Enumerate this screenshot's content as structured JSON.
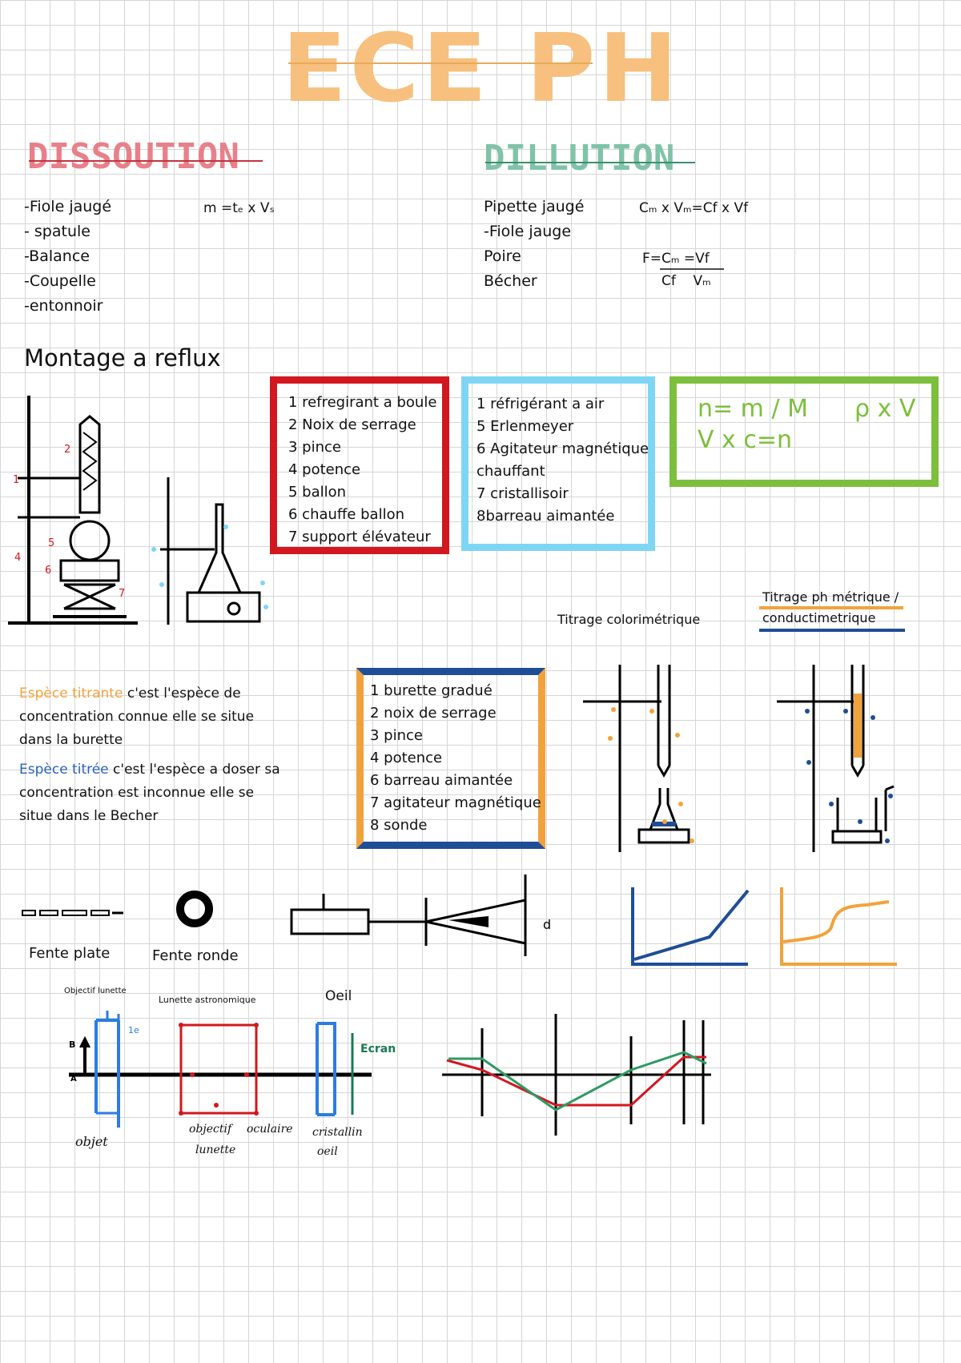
{
  "title": "ECE PH",
  "dissolution": {
    "heading": "DISSOUTION",
    "items": [
      "-Fiole jaugé",
      "- spatule",
      "-Balance",
      "-Coupelle",
      "-entonnoir"
    ],
    "formula": "m =tₑ x Vₛ"
  },
  "dilution": {
    "heading": "DILLUTION",
    "items": [
      "Pipette jaugé",
      "-Fiole jauge",
      "Poire",
      "Bécher"
    ],
    "formula": "Cₘ x Vₘ=Cf x Vf",
    "factor_line1": "F=Cₘ =Vf",
    "factor_line2": "Cf    Vₘ"
  },
  "reflux": {
    "heading": "Montage a reflux",
    "red_box": [
      "1 refregirant a boule",
      "2 Noix de serrage",
      "3 pince",
      "4 potence",
      "5 ballon",
      "6 chauffe ballon",
      "7 support élévateur"
    ],
    "cyan_box": [
      "1 réfrigérant a air",
      "5 Erlenmeyer",
      "6 Agitateur magnétique",
      "chauffant",
      "7 cristallisoir",
      "8barreau aimantée"
    ],
    "green_box": {
      "line1": "n= m / M",
      "line1_right": "ρ x V",
      "line2": "V x c=n"
    }
  },
  "titrage": {
    "colorimetric_label": "Titrage colorimétrique",
    "ph_label_1": "Titrage ph métrique /",
    "ph_label_2": "conductimetrique",
    "titrante_word1": "Espèce",
    "titrante_word2": "titrante",
    "titrante_text": " c'est l'espèce de",
    "titrante_line2": "concentration connue elle se situe",
    "titrante_line3": "dans la burette",
    "titree_word": "Espèce titrée",
    "titree_text": " c'est l'espèce a doser sa",
    "titree_line2": "concentration est inconnue elle se",
    "titree_line3": "situe dans le Becher",
    "box_items": [
      "1 burette gradué",
      "2 noix de serrage",
      "3 pince",
      "4 potence",
      "6 barreau aimantée",
      "7 agitateur magnétique",
      "8 sonde"
    ]
  },
  "optics": {
    "fente_plate": "Fente plate",
    "fente_ronde": "Fente ronde",
    "label_obj_lunette": "Objectif lunette",
    "label_lunette_astro": "Lunette astronomique",
    "label_oeil": "Oeil",
    "label_ecran": "Ecran",
    "label_objet": "objet",
    "label_objectif_lunette": "objectif",
    "label_lunette2": "lunette",
    "label_oculaire": "oculaire",
    "label_cristallin": "cristallin",
    "label_oeil2": "oeil"
  },
  "colors": {
    "red": "#d2171f",
    "cyan": "#7fd6f4",
    "green": "#7cbf3c",
    "orange": "#f2a23c",
    "blue": "#1f4d96",
    "title": "#f7c07e"
  }
}
